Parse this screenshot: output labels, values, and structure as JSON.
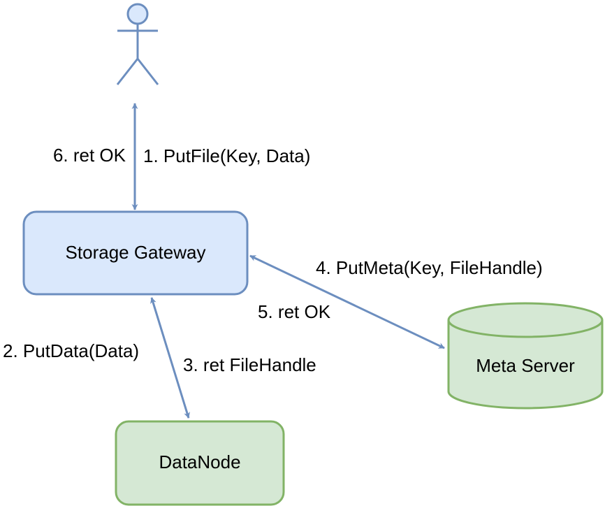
{
  "colors": {
    "edge": "#6c8ebf",
    "gateway_fill": "#dae8fc",
    "gateway_stroke": "#6c8ebf",
    "node_fill": "#d5e8d4",
    "node_stroke": "#82b366",
    "actor_fill": "#dae8fc",
    "actor_stroke": "#6c8ebf",
    "text": "#000000"
  },
  "nodes": {
    "actor": {
      "shape": "stick-figure"
    },
    "gateway": {
      "label": "Storage Gateway",
      "shape": "rounded-rectangle"
    },
    "meta_server": {
      "label": "Meta Server",
      "shape": "cylinder"
    },
    "datanode": {
      "label": "DataNode",
      "shape": "rounded-rectangle"
    }
  },
  "edges": [
    {
      "from": "actor",
      "to": "gateway",
      "direction": "bidirectional",
      "labels": {
        "request": "1. PutFile(Key, Data)",
        "response": "6. ret OK"
      }
    },
    {
      "from": "gateway",
      "to": "datanode",
      "direction": "bidirectional",
      "labels": {
        "request": "2. PutData(Data)",
        "response": "3. ret FileHandle"
      }
    },
    {
      "from": "gateway",
      "to": "meta_server",
      "direction": "bidirectional",
      "labels": {
        "request": "4. PutMeta(Key, FileHandle)",
        "response": "5. ret OK"
      }
    }
  ]
}
